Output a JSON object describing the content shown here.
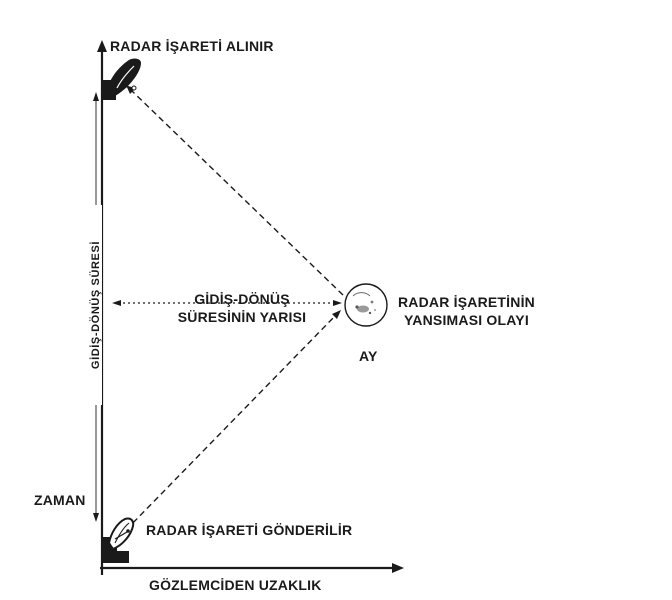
{
  "labels": {
    "received": "RADAR İŞARETİ ALINIR",
    "sent": "RADAR İŞARETİ GÖNDERİLİR",
    "time": "ZAMAN",
    "distance": "GÖZLEMCİDEN UZAKLIK",
    "round_trip": "GİDİŞ-DÖNÜŞ SÜRESİ",
    "half_line1": "GİDİŞ-DÖNÜŞ",
    "half_line2": "SÜRESİNİN YARISI",
    "reflection_line1": "RADAR İŞARETİNİN",
    "reflection_line2": "YANSIMASI OLAYI",
    "moon": "AY"
  },
  "colors": {
    "ink": "#1a1a1a",
    "background": "#ffffff"
  },
  "icons": {
    "top_dish": "radar-dish-icon",
    "bottom_dish": "radar-dish-icon",
    "moon": "moon-icon"
  }
}
